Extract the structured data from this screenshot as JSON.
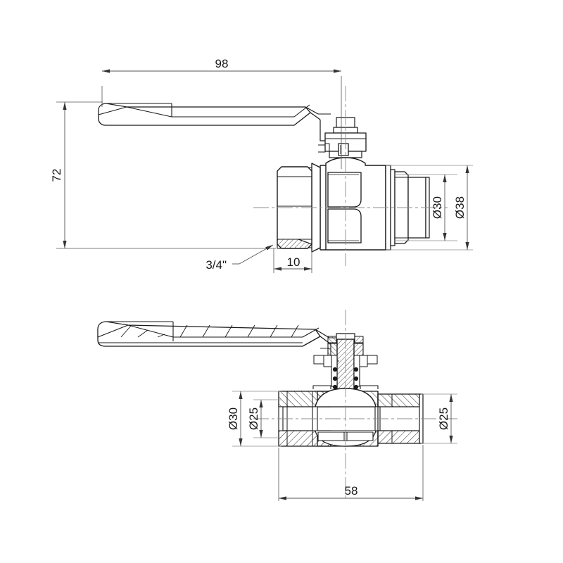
{
  "drawing": {
    "title": "Ball valve technical drawing",
    "background_color": "#ffffff",
    "line_color": "#1a1a1a",
    "dim_line_color": "#555555",
    "center_line_color": "#888888",
    "views": [
      {
        "name": "elevation-view",
        "label": ""
      },
      {
        "name": "section-view",
        "label": ""
      }
    ]
  },
  "dimensions": {
    "top_view": {
      "overall_length": "98",
      "overall_height": "72",
      "thread_size": "3/4\"",
      "thread_length": "10",
      "bore_diameter": "Ø30",
      "body_diameter": "Ø38"
    },
    "bottom_view": {
      "body_length": "58",
      "left_outer_diameter": "Ø30",
      "left_inner_diameter": "Ø25",
      "right_diameter": "Ø25"
    }
  }
}
